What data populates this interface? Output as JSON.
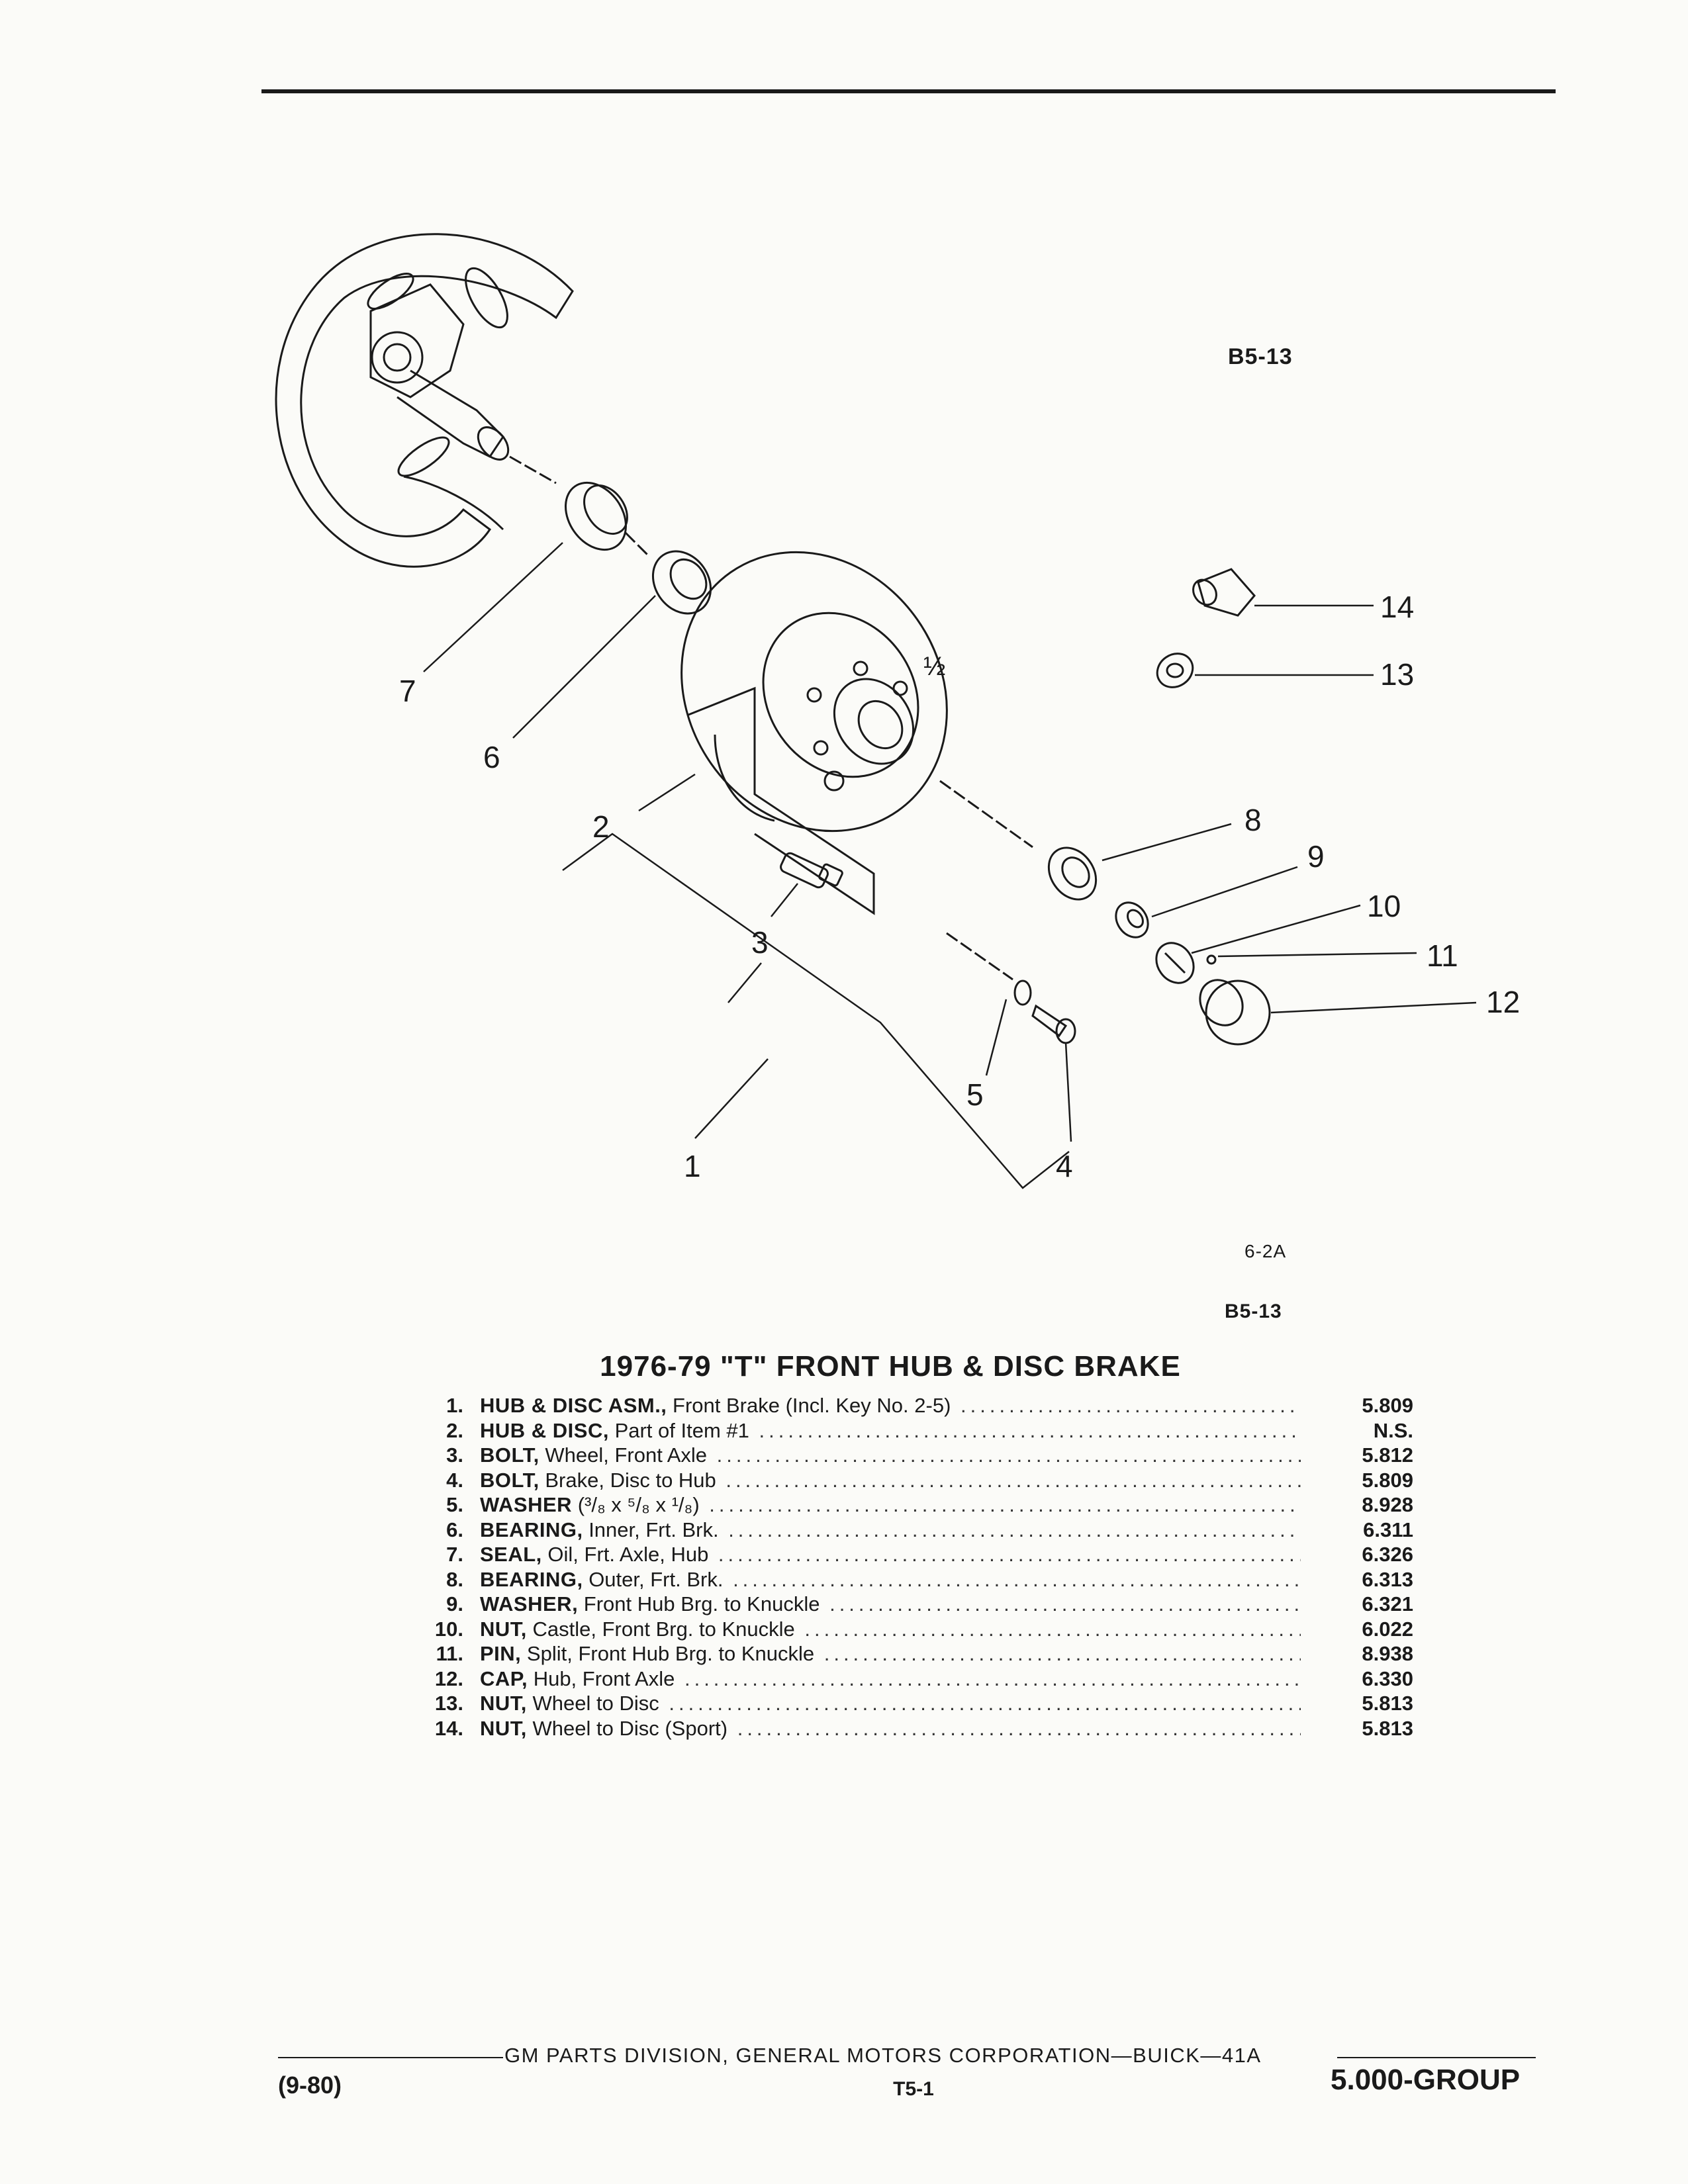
{
  "header": {
    "ref_code": "B5-13"
  },
  "diagram": {
    "illustration_code": "6-2A",
    "ref_code": "B5-13",
    "callouts": [
      "1",
      "2",
      "3",
      "4",
      "5",
      "6",
      "7",
      "8",
      "9",
      "10",
      "11",
      "12",
      "13",
      "14"
    ],
    "disc_mark": "½"
  },
  "parts": {
    "title": "1976-79 \"T\" FRONT HUB & DISC BRAKE",
    "items": [
      {
        "num": "1.",
        "name": "HUB & DISC ASM.,",
        "desc": " Front Brake (Incl. Key No. 2-5)",
        "group": "5.809"
      },
      {
        "num": "2.",
        "name": "HUB & DISC,",
        "desc": " Part of Item #1",
        "group": "N.S."
      },
      {
        "num": "3.",
        "name": "BOLT,",
        "desc": " Wheel, Front Axle",
        "group": "5.812"
      },
      {
        "num": "4.",
        "name": "BOLT,",
        "desc": " Brake, Disc to Hub",
        "group": "5.809"
      },
      {
        "num": "5.",
        "name": "WASHER",
        "desc": " (³/₈ x ⁵/₈ x ¹/₈)",
        "group": "8.928"
      },
      {
        "num": "6.",
        "name": "BEARING,",
        "desc": " Inner, Frt. Brk.",
        "group": "6.311"
      },
      {
        "num": "7.",
        "name": "SEAL,",
        "desc": " Oil, Frt. Axle, Hub",
        "group": "6.326"
      },
      {
        "num": "8.",
        "name": "BEARING,",
        "desc": " Outer, Frt. Brk.",
        "group": "6.313"
      },
      {
        "num": "9.",
        "name": "WASHER,",
        "desc": " Front Hub Brg. to Knuckle",
        "group": "6.321"
      },
      {
        "num": "10.",
        "name": "NUT,",
        "desc": " Castle, Front Brg. to Knuckle",
        "group": "6.022"
      },
      {
        "num": "11.",
        "name": "PIN,",
        "desc": " Split, Front Hub Brg. to Knuckle",
        "group": "8.938"
      },
      {
        "num": "12.",
        "name": "CAP,",
        "desc": " Hub, Front Axle",
        "group": "6.330"
      },
      {
        "num": "13.",
        "name": "NUT,",
        "desc": " Wheel to Disc",
        "group": "5.813"
      },
      {
        "num": "14.",
        "name": "NUT,",
        "desc": " Wheel to Disc (Sport)",
        "group": "5.813"
      }
    ]
  },
  "footer": {
    "publisher": "GM PARTS DIVISION, GENERAL MOTORS CORPORATION—BUICK—41A",
    "date": "(9-80)",
    "page": "T5-1",
    "group": "5.000-GROUP"
  }
}
